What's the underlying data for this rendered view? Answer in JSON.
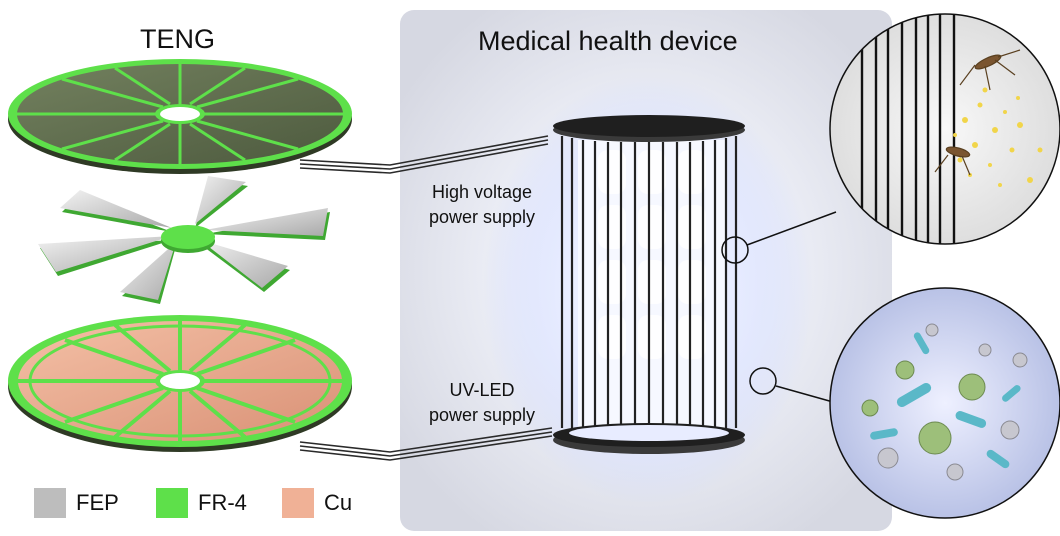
{
  "titles": {
    "left": "TENG",
    "right": "Medical health device"
  },
  "captions": {
    "high_voltage_line1": "High voltage",
    "high_voltage_line2": "power supply",
    "uvled_line1": "UV-LED",
    "uvled_line2": "power supply"
  },
  "legend": [
    {
      "label": "FEP",
      "color": "#bdbdbd"
    },
    {
      "label": "FR-4",
      "color": "#5ee04a"
    },
    {
      "label": "Cu",
      "color": "#f0b196"
    }
  ],
  "colors": {
    "fr4_green": "#5ee04a",
    "fep_gray": "#bdbdbd",
    "copper": "#f0b196",
    "stator_dark": "#5a6a4a",
    "panel_bg": "#e4e6ee",
    "uv_glow": "#c9d4ff"
  }
}
